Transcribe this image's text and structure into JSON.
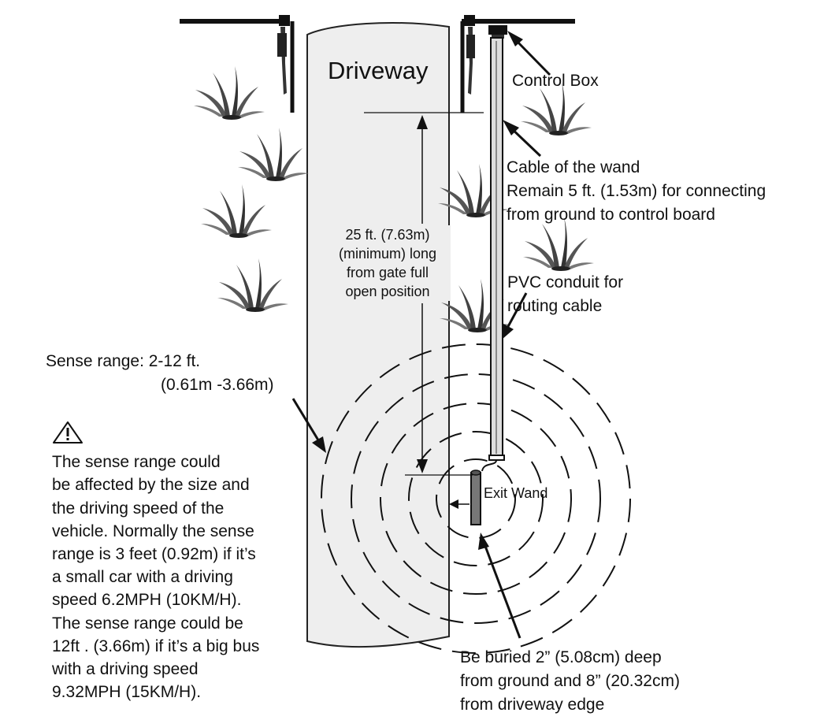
{
  "driveway": {
    "label": "Driveway"
  },
  "control_box": {
    "label": "Control Box"
  },
  "cable": {
    "lines": [
      "Cable of the wand",
      "Remain 5 ft. (1.53m) for connecting",
      "from ground to control board"
    ]
  },
  "conduit": {
    "lines": [
      "PVC conduit for",
      "routing cable"
    ]
  },
  "distance": {
    "lines": [
      "25 ft. (7.63m)",
      "(minimum) long",
      "from gate full",
      "open position"
    ]
  },
  "sense_range": {
    "line1": "Sense range: 2-12 ft.",
    "line2": "(0.61m -3.66m)"
  },
  "warning": {
    "icon": "warning-triangle-icon",
    "first_line": "The sense range could",
    "lines": [
      "be affected by the size and",
      "the driving speed of the",
      "vehicle. Normally the sense",
      "range is 3 feet (0.92m) if it’s",
      "a small car with a driving",
      "speed 6.2MPH (10KM/H).",
      "The sense range could be",
      "12ft . (3.66m) if it’s a big bus",
      "with a driving speed",
      "9.32MPH (15KM/H)."
    ]
  },
  "exit_wand": {
    "label": "Exit Wand"
  },
  "burial": {
    "lines": [
      "Be buried 2” (5.08cm) deep",
      "from ground and 8” (20.32cm)",
      "from driveway edge"
    ]
  }
}
